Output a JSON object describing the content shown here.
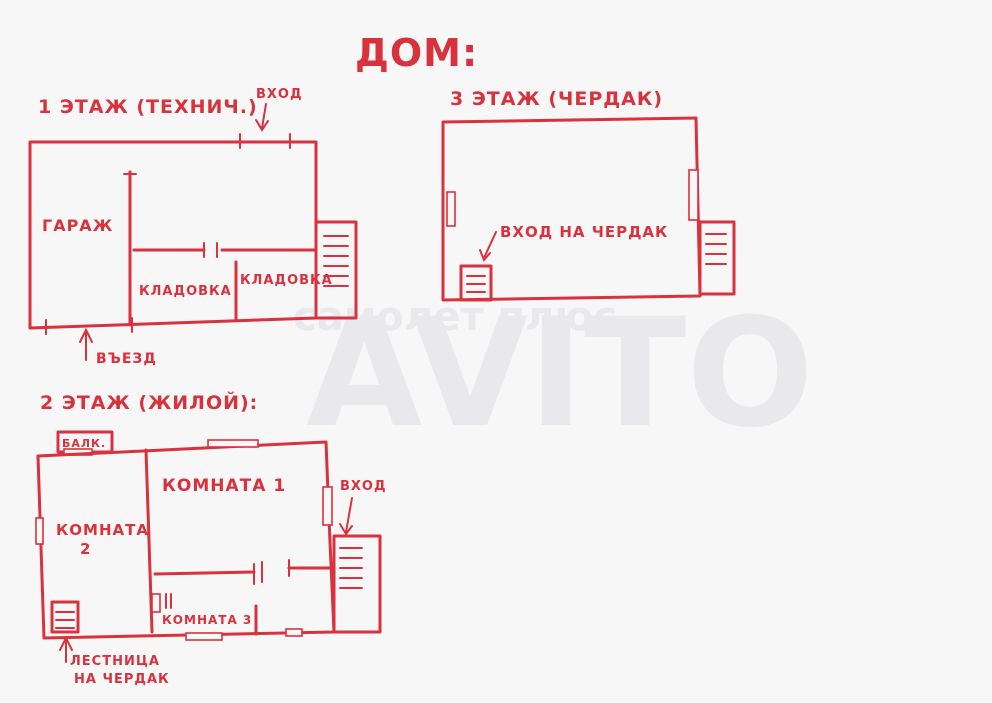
{
  "title": "ДОМ:",
  "watermark": {
    "brand": "AVITO",
    "sub": "самолет плюс"
  },
  "floor1": {
    "heading": "1 ЭТАЖ (ТЕХНИЧ.)",
    "entrance": "ВХОД",
    "drive_in": "ВЪЕЗД",
    "rooms": {
      "garage": "ГАРАЖ",
      "storage_left": "КЛАДОВКА",
      "storage_right": "КЛАДОВКА"
    }
  },
  "floor2": {
    "heading": "2 ЭТАЖ (ЖИЛОЙ):",
    "balcony": "БАЛК.",
    "entrance": "ВХОД",
    "stairs_label": [
      "ЛЕСТНИЦА",
      "НА ЧЕРДАК"
    ],
    "rooms": {
      "room1": "КОМНАТА 1",
      "room2_line1": "КОМНАТА",
      "room2_line2": "2",
      "room3": "КОМНАТА 3"
    }
  },
  "floor3": {
    "heading": "3 ЭТАЖ (ЧЕРДАК)",
    "attic_entrance": "ВХОД НА ЧЕРДАК"
  },
  "colors": {
    "ink": "#d8323d",
    "paper": "#f7f7f8"
  }
}
